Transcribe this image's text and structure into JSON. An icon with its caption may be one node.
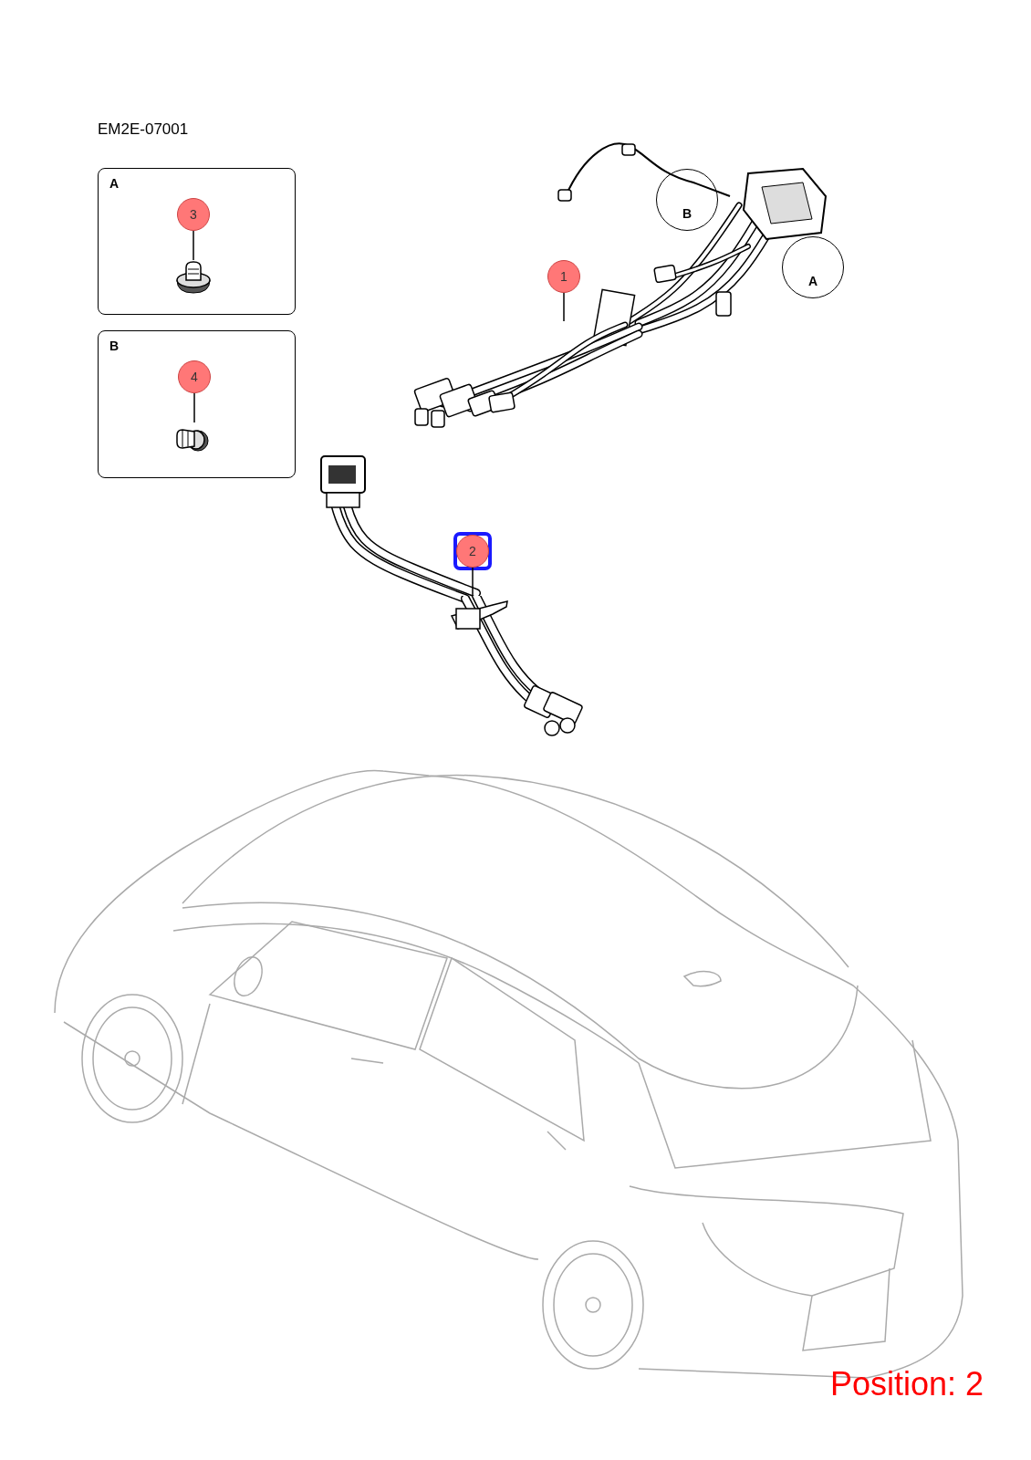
{
  "diagram": {
    "nodes": [
      {
        "text": [
          "A"
        ]
      },
      {
        "text": [
          "3"
        ],
        "in": 0
      },
      {
        "text": [],
        "shape": "picture",
        "in": 0
      },
      {
        "text": [
          "B"
        ]
      },
      {
        "text": [
          "4"
        ],
        "in": 3
      },
      {
        "text": [],
        "shape": "picture",
        "in": 3
      },
      {
        "text": [
          "1"
        ]
      },
      {
        "text": [],
        "shape": "picture"
      },
      {
        "text": [
          "B"
        ]
      },
      {
        "text": [
          "A"
        ]
      },
      {
        "text": [
          "2"
        ]
      },
      {
        "text": [],
        "shape": "picture"
      }
    ],
    "edges": [
      {
        "from": 1,
        "to": 2,
        "arrow": "none"
      },
      {
        "from": 4,
        "to": 5,
        "arrow": "none"
      },
      {
        "from": 6,
        "to": 7,
        "arrow": "none"
      },
      {
        "from": 10,
        "to": 11,
        "arrow": "none"
      }
    ],
    "labels": [
      "EM2E-07001",
      "Position: 2"
    ]
  }
}
